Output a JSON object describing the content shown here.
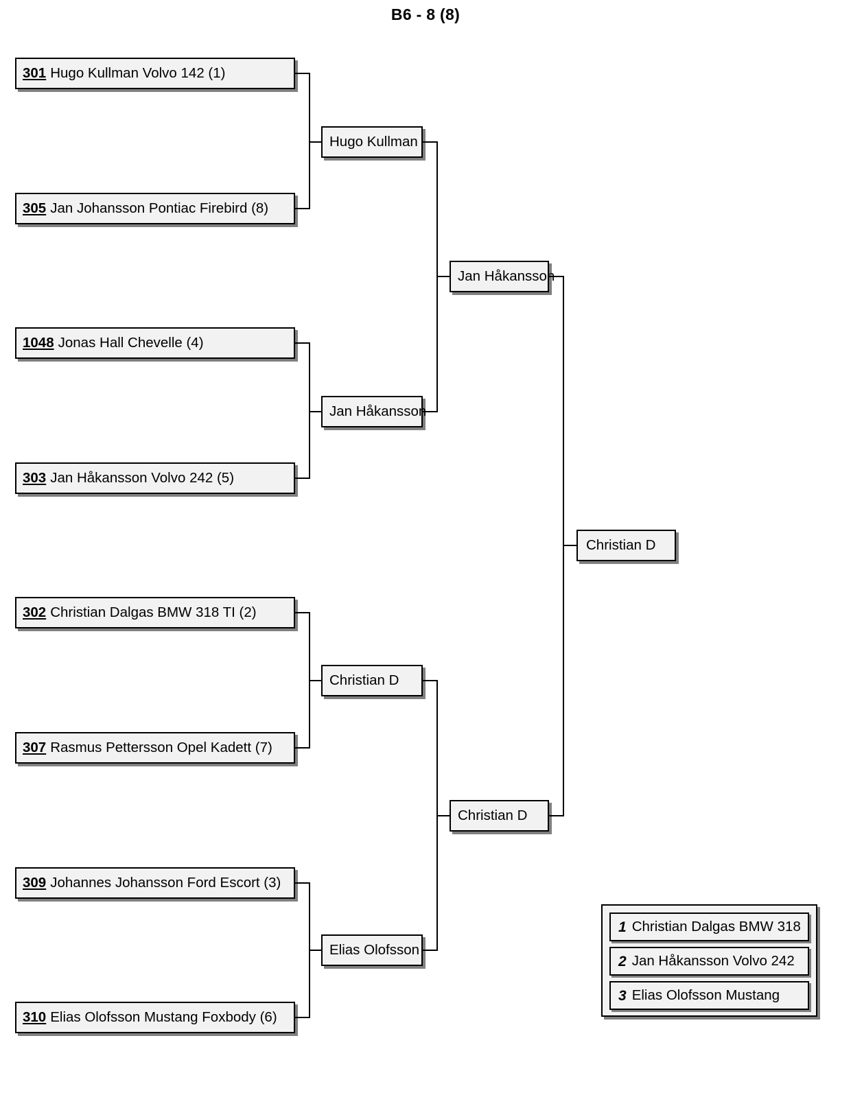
{
  "title": "B6 - 8 (8)",
  "bracket": {
    "round1": [
      {
        "number": "301",
        "entry": "Hugo Kullman Volvo 142 (1)"
      },
      {
        "number": "305",
        "entry": "Jan Johansson Pontiac Firebird (8)"
      },
      {
        "number": "1048",
        "entry": "Jonas Hall Chevelle (4)"
      },
      {
        "number": "303",
        "entry": "Jan Håkansson Volvo 242 (5)"
      },
      {
        "number": "302",
        "entry": "Christian Dalgas BMW 318 TI (2)"
      },
      {
        "number": "307",
        "entry": "Rasmus Pettersson Opel Kadett (7)"
      },
      {
        "number": "309",
        "entry": "Johannes Johansson Ford Escort (3)"
      },
      {
        "number": "310",
        "entry": "Elias Olofsson Mustang Foxbody (6)"
      }
    ],
    "round2": [
      {
        "winner": "Hugo Kullman"
      },
      {
        "winner": "Jan Håkansson"
      },
      {
        "winner": "Christian D"
      },
      {
        "winner": "Elias Olofsson"
      }
    ],
    "round3": [
      {
        "winner": "Jan Håkansson"
      },
      {
        "winner": "Christian D"
      }
    ],
    "final": [
      {
        "winner": "Christian D"
      }
    ]
  },
  "podium": {
    "results": [
      {
        "rank": "1",
        "name": "Christian Dalgas BMW 318"
      },
      {
        "rank": "2",
        "name": "Jan Håkansson Volvo 242"
      },
      {
        "rank": "3",
        "name": "Elias Olofsson Mustang"
      }
    ]
  },
  "colors": {
    "box_fill": "#f2f2f2",
    "box_border": "#000000",
    "box_shadow": "#808080",
    "text": "#000000",
    "background": "#ffffff"
  }
}
